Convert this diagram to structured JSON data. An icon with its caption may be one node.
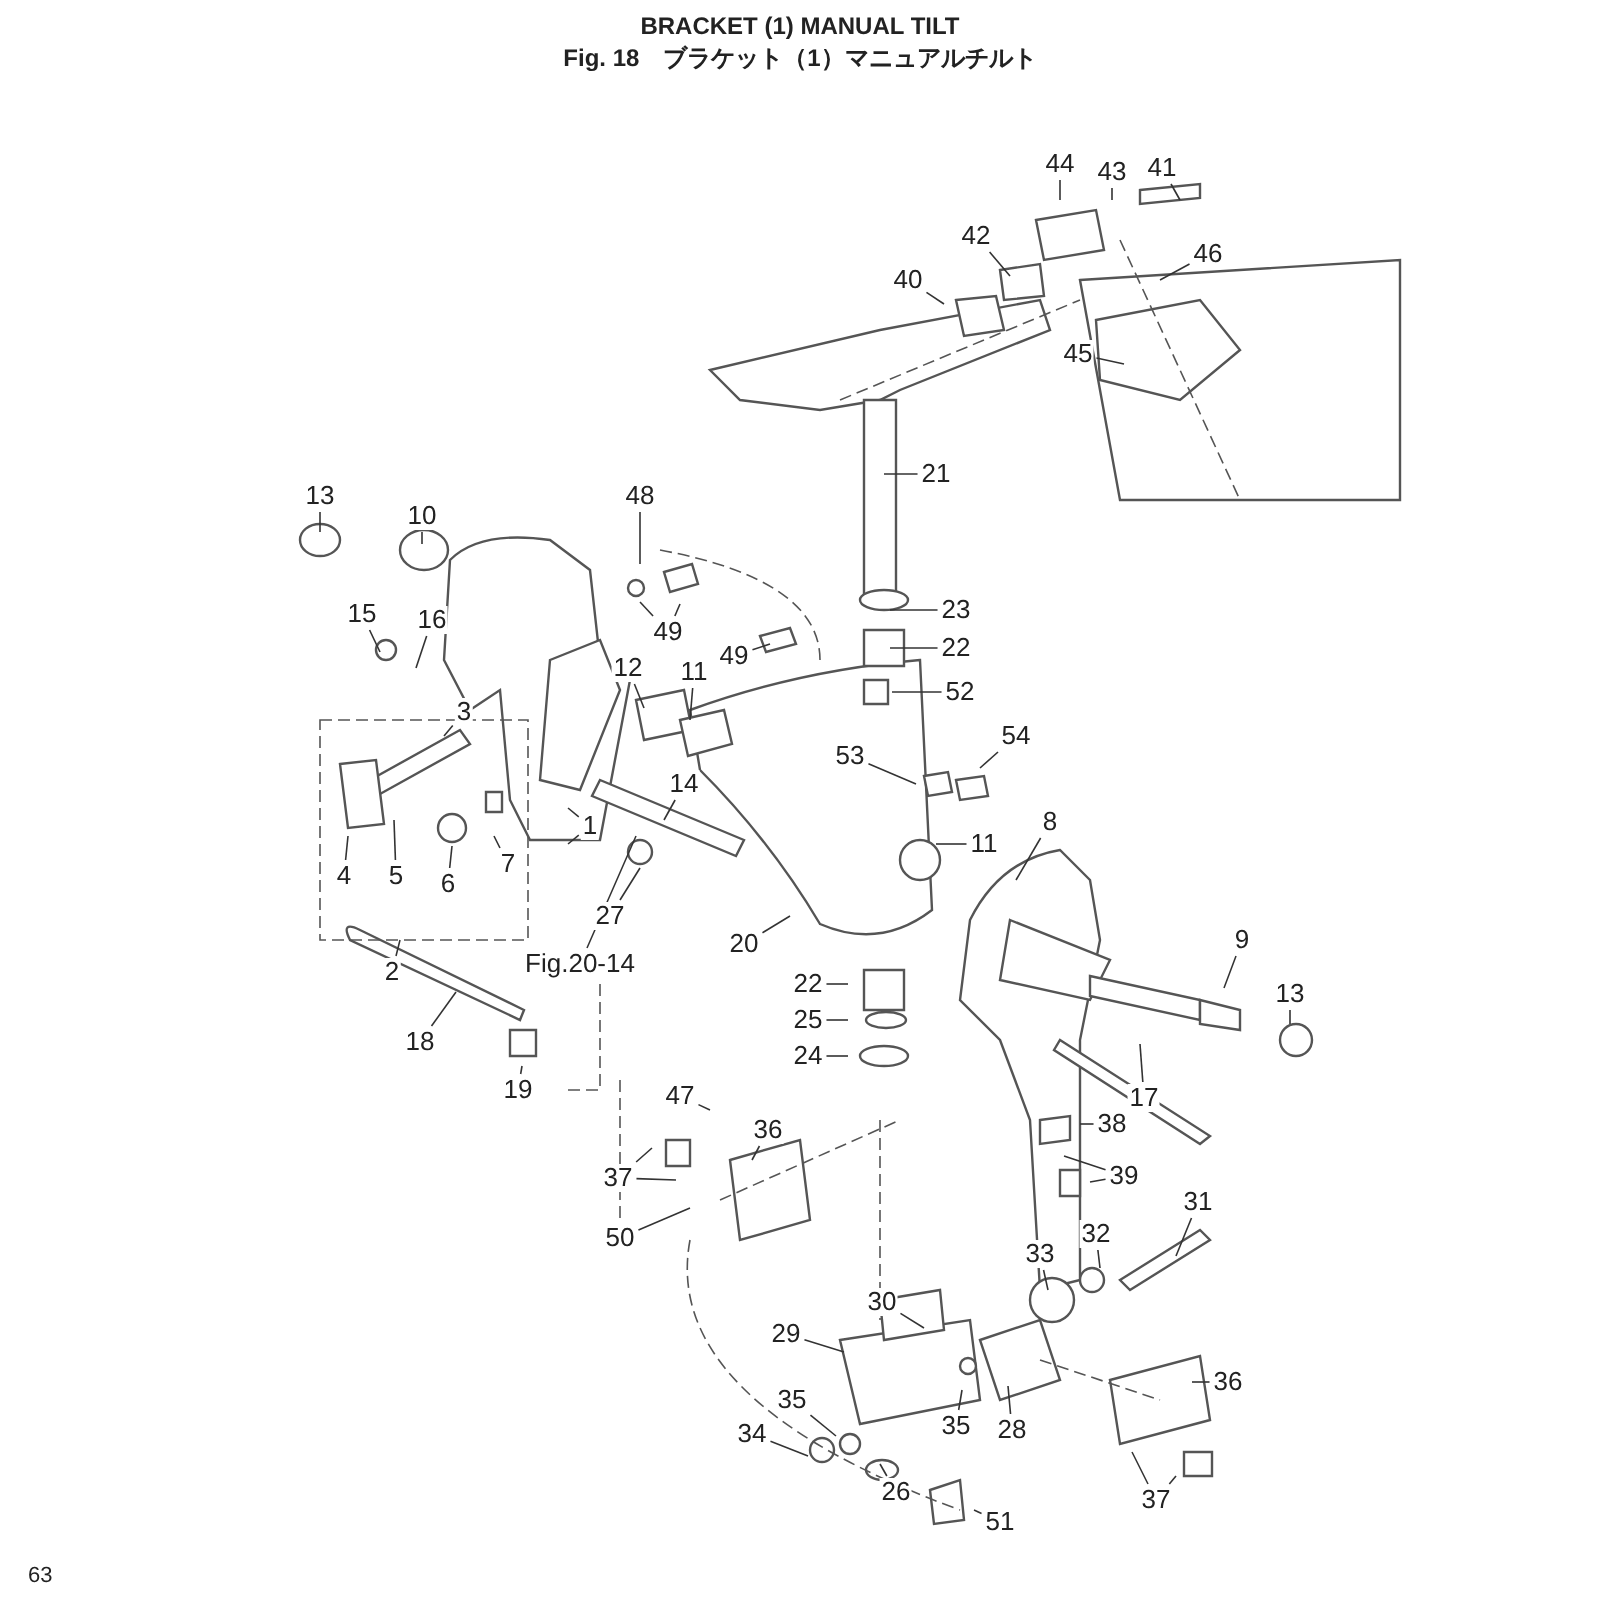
{
  "diagram": {
    "title": "BRACKET (1) MANUAL TILT",
    "nodes": [
      {
        "text": [
          "41"
        ]
      },
      {
        "text": [
          "44"
        ]
      },
      {
        "text": [
          "43"
        ]
      },
      {
        "text": [
          "42"
        ]
      },
      {
        "text": [
          "46"
        ]
      },
      {
        "text": [
          "40"
        ]
      },
      {
        "text": [
          "45"
        ]
      },
      {
        "text": [
          "21"
        ]
      },
      {
        "text": [
          "13"
        ]
      },
      {
        "text": [
          "10"
        ]
      },
      {
        "text": [
          "48"
        ]
      },
      {
        "text": [
          "23"
        ]
      },
      {
        "text": [
          "15"
        ]
      },
      {
        "text": [
          "16"
        ]
      },
      {
        "text": [
          "49"
        ]
      },
      {
        "text": [
          "12"
        ]
      },
      {
        "text": [
          "11"
        ]
      },
      {
        "text": [
          "49"
        ]
      },
      {
        "text": [
          "22"
        ]
      },
      {
        "text": [
          "52"
        ]
      },
      {
        "text": [
          "53"
        ]
      },
      {
        "text": [
          "54"
        ]
      },
      {
        "text": [
          "3"
        ]
      },
      {
        "text": [
          "8"
        ]
      },
      {
        "text": [
          "11"
        ]
      },
      {
        "text": [
          "1"
        ]
      },
      {
        "text": [
          "14"
        ]
      },
      {
        "text": [
          "5"
        ]
      },
      {
        "text": [
          "7"
        ]
      },
      {
        "text": [
          "6"
        ]
      },
      {
        "text": [
          "4"
        ]
      },
      {
        "text": [
          "2"
        ]
      },
      {
        "text": [
          "27"
        ]
      },
      {
        "text": [
          "20"
        ]
      },
      {
        "text": [
          "9"
        ]
      },
      {
        "text": [
          "22"
        ]
      },
      {
        "text": [
          "13"
        ]
      },
      {
        "text": [
          "25"
        ]
      },
      {
        "text": [
          "24"
        ]
      },
      {
        "text": [
          "18"
        ]
      },
      {
        "text": [
          "19"
        ]
      },
      {
        "text": [
          "17"
        ]
      },
      {
        "text": [
          "47"
        ]
      },
      {
        "text": [
          "38"
        ]
      },
      {
        "text": [
          "36"
        ]
      },
      {
        "text": [
          "39"
        ]
      },
      {
        "text": [
          "37"
        ]
      },
      {
        "text": [
          "31"
        ]
      },
      {
        "text": [
          "32"
        ]
      },
      {
        "text": [
          "50"
        ]
      },
      {
        "text": [
          "33"
        ]
      },
      {
        "text": [
          "30"
        ]
      },
      {
        "text": [
          "29"
        ]
      },
      {
        "text": [
          "36"
        ]
      },
      {
        "text": [
          "35"
        ]
      },
      {
        "text": [
          "35"
        ]
      },
      {
        "text": [
          "28"
        ]
      },
      {
        "text": [
          "34"
        ]
      },
      {
        "text": [
          "26"
        ]
      },
      {
        "text": [
          "37"
        ]
      },
      {
        "text": [
          "51"
        ]
      },
      {
        "text": [
          "Fig.20-14"
        ]
      }
    ],
    "edges": [
      {
        "from": 0,
        "to": null,
        "arrow": "none"
      },
      {
        "from": 1,
        "to": null,
        "arrow": "none"
      },
      {
        "from": 2,
        "to": null,
        "arrow": "none"
      },
      {
        "from": 3,
        "to": null,
        "arrow": "none"
      },
      {
        "from": 4,
        "to": null,
        "arrow": "none"
      },
      {
        "from": 5,
        "to": null,
        "arrow": "none"
      },
      {
        "from": 6,
        "to": null,
        "arrow": "none"
      },
      {
        "from": 7,
        "to": null,
        "arrow": "none"
      },
      {
        "from": 8,
        "to": null,
        "arrow": "none"
      },
      {
        "from": 9,
        "to": null,
        "arrow": "none"
      },
      {
        "from": 10,
        "to": null,
        "arrow": "none"
      },
      {
        "from": 11,
        "to": null,
        "arrow": "none"
      },
      {
        "from": 12,
        "to": null,
        "arrow": "none"
      },
      {
        "from": 13,
        "to": null,
        "arrow": "none"
      },
      {
        "from": 14,
        "to": null,
        "arrow": "none"
      },
      {
        "from": 14,
        "to": null,
        "arrow": "none"
      },
      {
        "from": 15,
        "to": null,
        "arrow": "none"
      },
      {
        "from": 16,
        "to": null,
        "arrow": "none"
      },
      {
        "from": 17,
        "to": null,
        "arrow": "none"
      },
      {
        "from": 18,
        "to": null,
        "arrow": "none"
      },
      {
        "from": 19,
        "to": null,
        "arrow": "none"
      },
      {
        "from": 20,
        "to": null,
        "arrow": "none"
      },
      {
        "from": 21,
        "to": null,
        "arrow": "none"
      },
      {
        "from": 22,
        "to": null,
        "arrow": "none"
      },
      {
        "from": 23,
        "to": null,
        "arrow": "none"
      },
      {
        "from": 24,
        "to": null,
        "arrow": "none"
      },
      {
        "from": 25,
        "to": null,
        "arrow": "none"
      },
      {
        "from": 25,
        "to": null,
        "arrow": "none"
      },
      {
        "from": 26,
        "to": null,
        "arrow": "none"
      },
      {
        "from": 27,
        "to": null,
        "arrow": "none"
      },
      {
        "from": 28,
        "to": null,
        "arrow": "none"
      },
      {
        "from": 29,
        "to": null,
        "arrow": "none"
      },
      {
        "from": 30,
        "to": null,
        "arrow": "none"
      },
      {
        "from": 31,
        "to": null,
        "arrow": "none"
      },
      {
        "from": 32,
        "to": null,
        "arrow": "none"
      },
      {
        "from": 33,
        "to": null,
        "arrow": "none"
      },
      {
        "from": 34,
        "to": null,
        "arrow": "none"
      },
      {
        "from": 35,
        "to": null,
        "arrow": "none"
      },
      {
        "from": 36,
        "to": null,
        "arrow": "none"
      },
      {
        "from": 37,
        "to": null,
        "arrow": "none"
      },
      {
        "from": 38,
        "to": null,
        "arrow": "none"
      },
      {
        "from": 39,
        "to": null,
        "arrow": "none"
      },
      {
        "from": 40,
        "to": null,
        "arrow": "none"
      },
      {
        "from": 41,
        "to": null,
        "arrow": "none"
      },
      {
        "from": 42,
        "to": null,
        "arrow": "none"
      },
      {
        "from": 43,
        "to": null,
        "arrow": "none"
      },
      {
        "from": 44,
        "to": null,
        "arrow": "none"
      },
      {
        "from": 45,
        "to": null,
        "arrow": "none"
      },
      {
        "from": 45,
        "to": null,
        "arrow": "none"
      },
      {
        "from": 46,
        "to": null,
        "arrow": "none"
      },
      {
        "from": 46,
        "to": null,
        "arrow": "none"
      },
      {
        "from": 47,
        "to": null,
        "arrow": "none"
      },
      {
        "from": 48,
        "to": null,
        "arrow": "none"
      },
      {
        "from": 49,
        "to": null,
        "arrow": "none"
      },
      {
        "from": 50,
        "to": null,
        "arrow": "none"
      },
      {
        "from": 51,
        "to": null,
        "arrow": "none"
      },
      {
        "from": 52,
        "to": null,
        "arrow": "none"
      },
      {
        "from": 53,
        "to": null,
        "arrow": "none"
      },
      {
        "from": 54,
        "to": null,
        "arrow": "none"
      },
      {
        "from": 55,
        "to": null,
        "arrow": "none"
      },
      {
        "from": 56,
        "to": null,
        "arrow": "none"
      },
      {
        "from": 57,
        "to": null,
        "arrow": "none"
      },
      {
        "from": 58,
        "to": null,
        "arrow": "none"
      },
      {
        "from": 59,
        "to": null,
        "arrow": "none"
      },
      {
        "from": 59,
        "to": null,
        "arrow": "none"
      },
      {
        "from": 60,
        "to": null,
        "arrow": "none"
      },
      {
        "from": 61,
        "to": null,
        "arrow": "none"
      }
    ],
    "labels": [
      "Fig. 18　ブラケット（1）マニュアルチルト",
      "63"
    ]
  }
}
